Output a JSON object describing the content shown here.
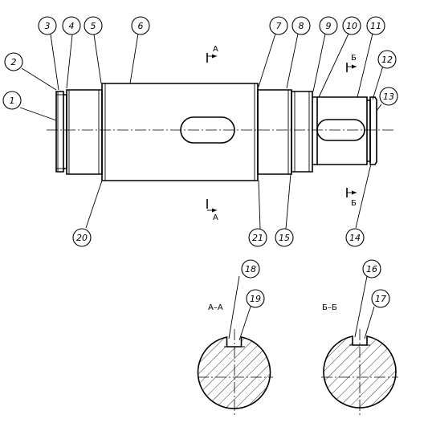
{
  "callouts": [
    "1",
    "2",
    "3",
    "4",
    "5",
    "6",
    "7",
    "8",
    "9",
    "10",
    "11",
    "12",
    "13",
    "14",
    "15",
    "16",
    "17",
    "18",
    "19",
    "20",
    "21"
  ],
  "section_marks": {
    "a": "А",
    "b": "Б"
  },
  "section_titles": {
    "aa": "А–А",
    "bb": "Б–Б"
  }
}
